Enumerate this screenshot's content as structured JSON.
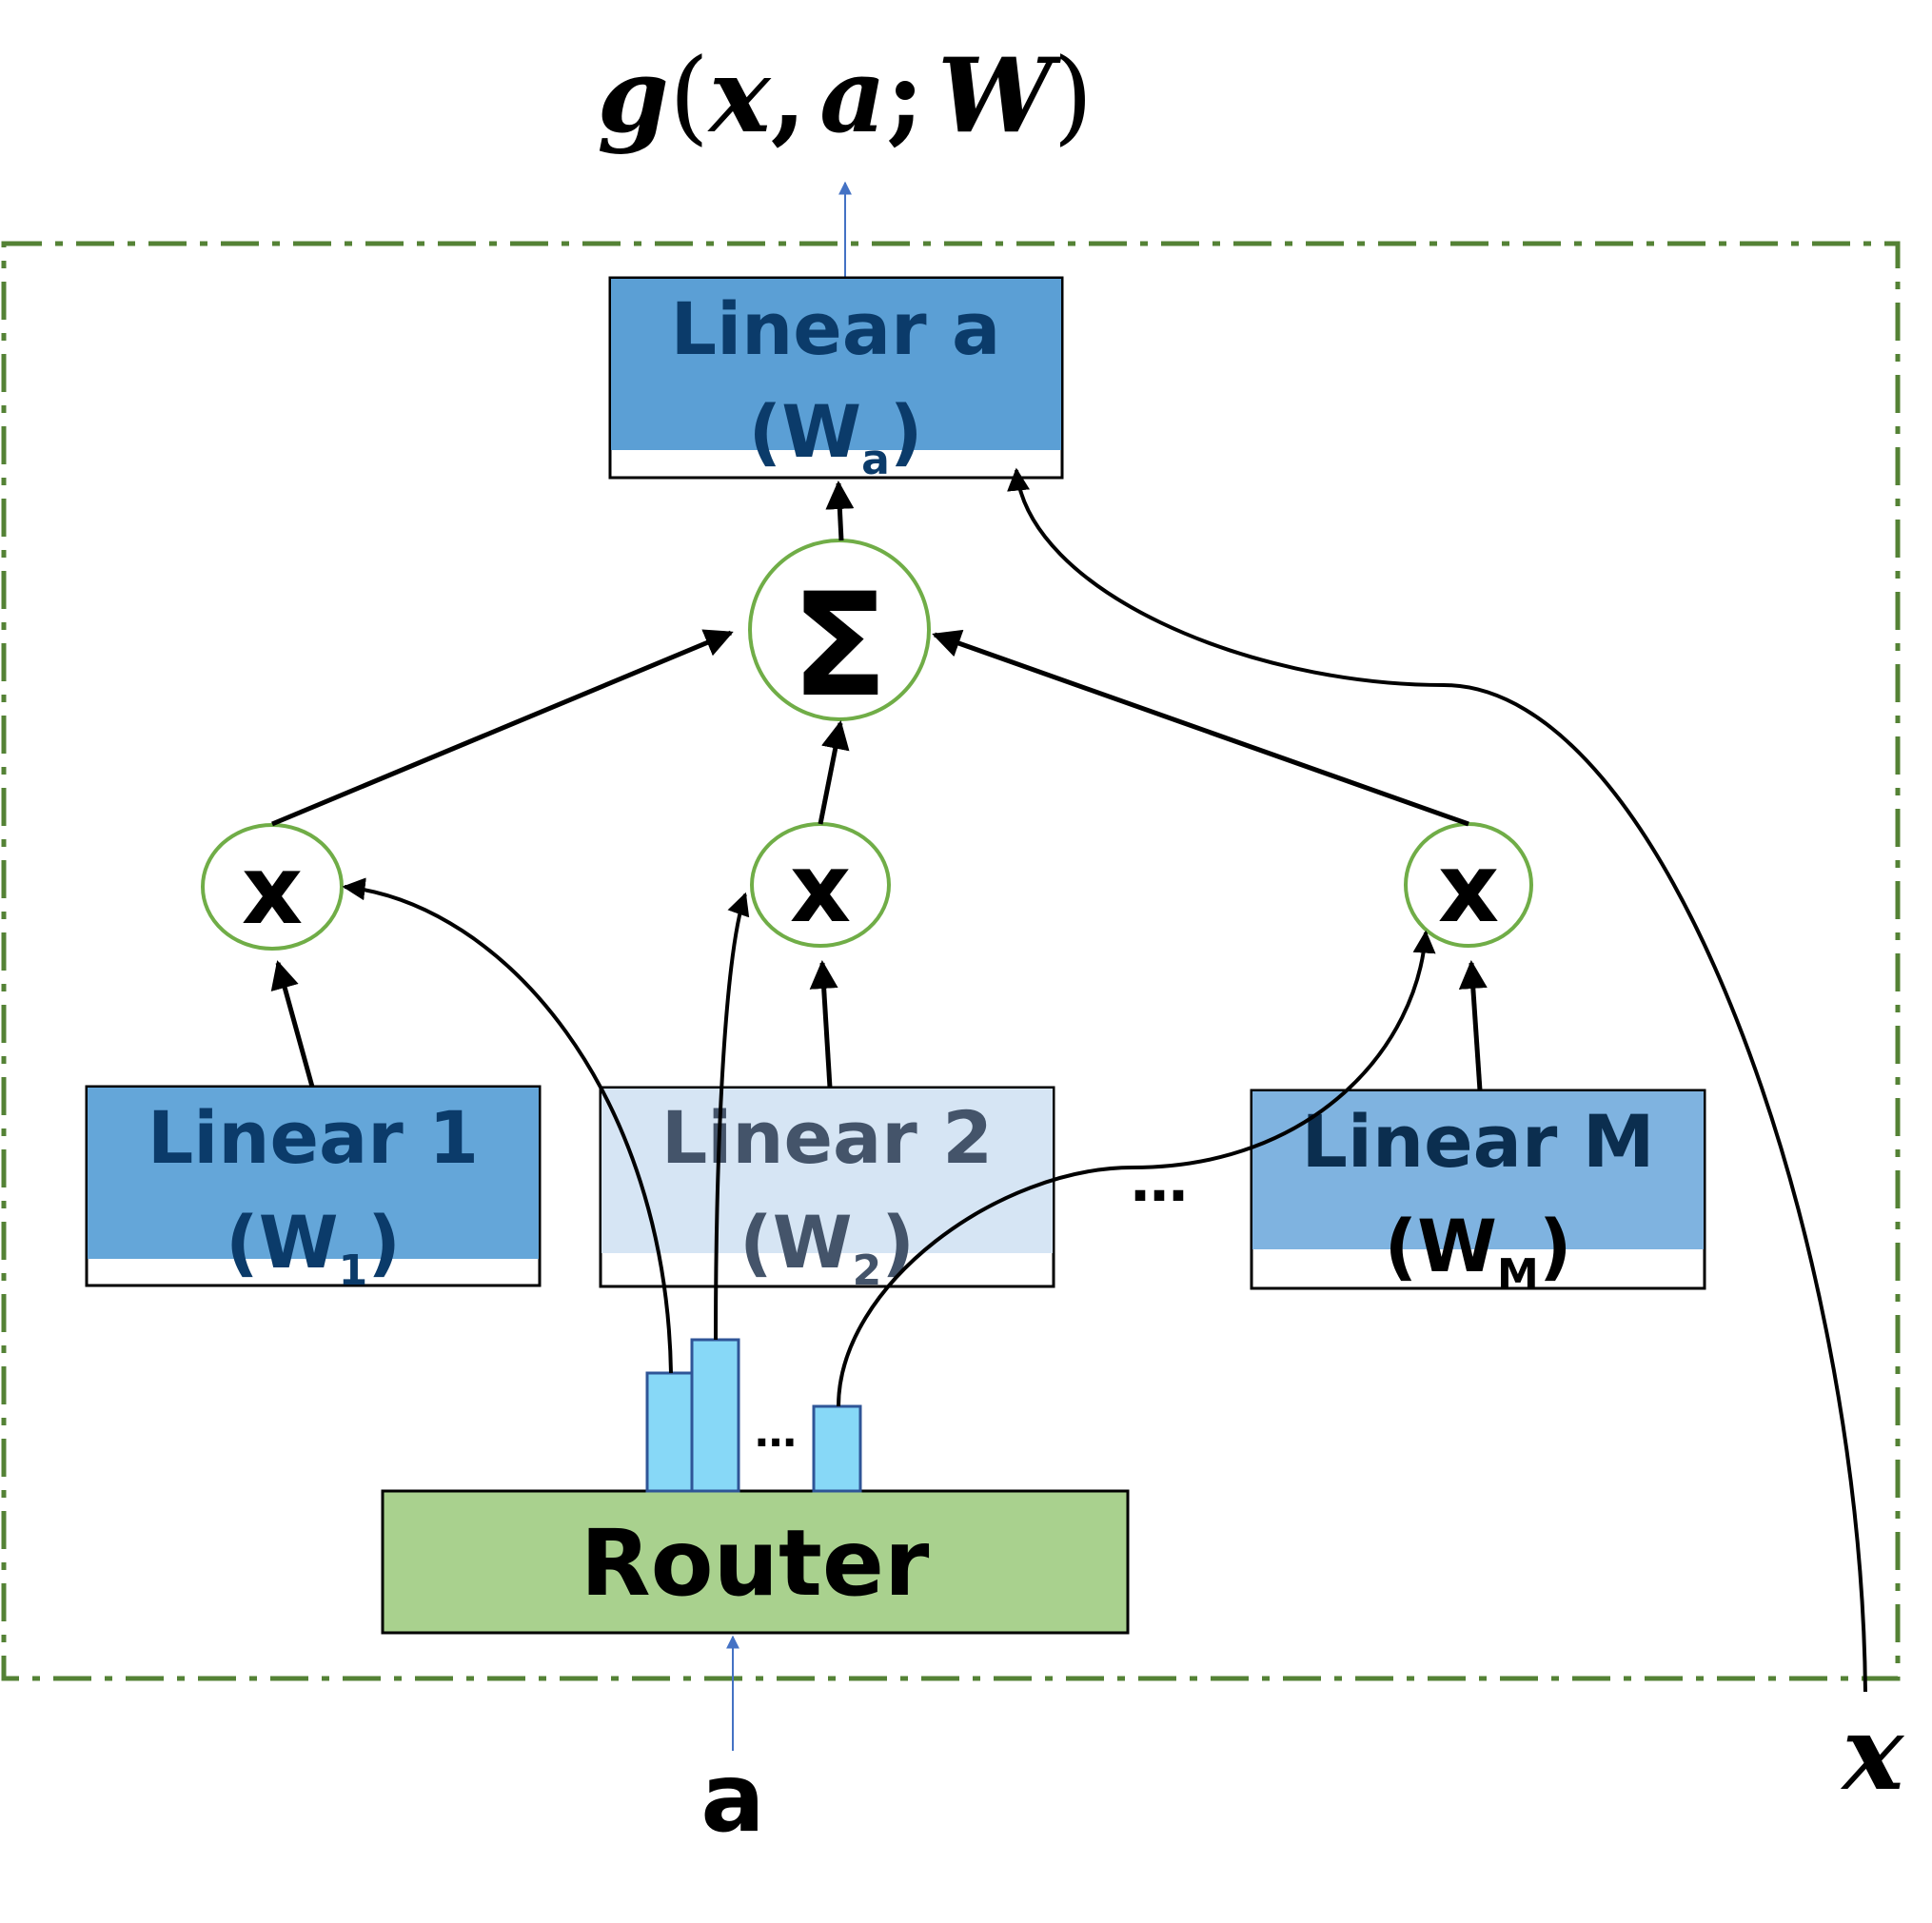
{
  "output_label": {
    "g": "g",
    "open": "(",
    "x": "x",
    "comma": ",",
    "a": "a",
    "semicolon": ";",
    "W": "W",
    "close": ")"
  },
  "linear_a": {
    "name": "Linear a",
    "open": "(W",
    "sub": "a",
    "close": ")"
  },
  "sum_symbol": "Σ",
  "multiply_symbol": "x",
  "experts": [
    {
      "name": "Linear 1",
      "open": "(W",
      "sub": "1",
      "close": ")"
    },
    {
      "name": "Linear 2",
      "open": "(W",
      "sub": "2",
      "close": ")"
    },
    {
      "name": "Linear M",
      "open": "(W",
      "sub": "M",
      "close": ")"
    }
  ],
  "experts_ellipsis": "…",
  "router": {
    "label": "Router",
    "ellipsis": "…"
  },
  "input_a": "a",
  "input_x": "x",
  "colors": {
    "dashed_border": "#548235",
    "linear_a_fill": "#5B9FD5",
    "linear_1_fill": "#64A6D9",
    "linear_2_fill": "#D6E5F4",
    "linear_m_fill": "#7FB3E0",
    "router_fill": "#A9D18E",
    "router_bar_fill": "#87D8F7",
    "router_bar_stroke": "#2F5597",
    "circle_stroke": "#70AD47",
    "blue_arrow": "#4472C4",
    "dark_blue_text": "#0B3B6A"
  }
}
